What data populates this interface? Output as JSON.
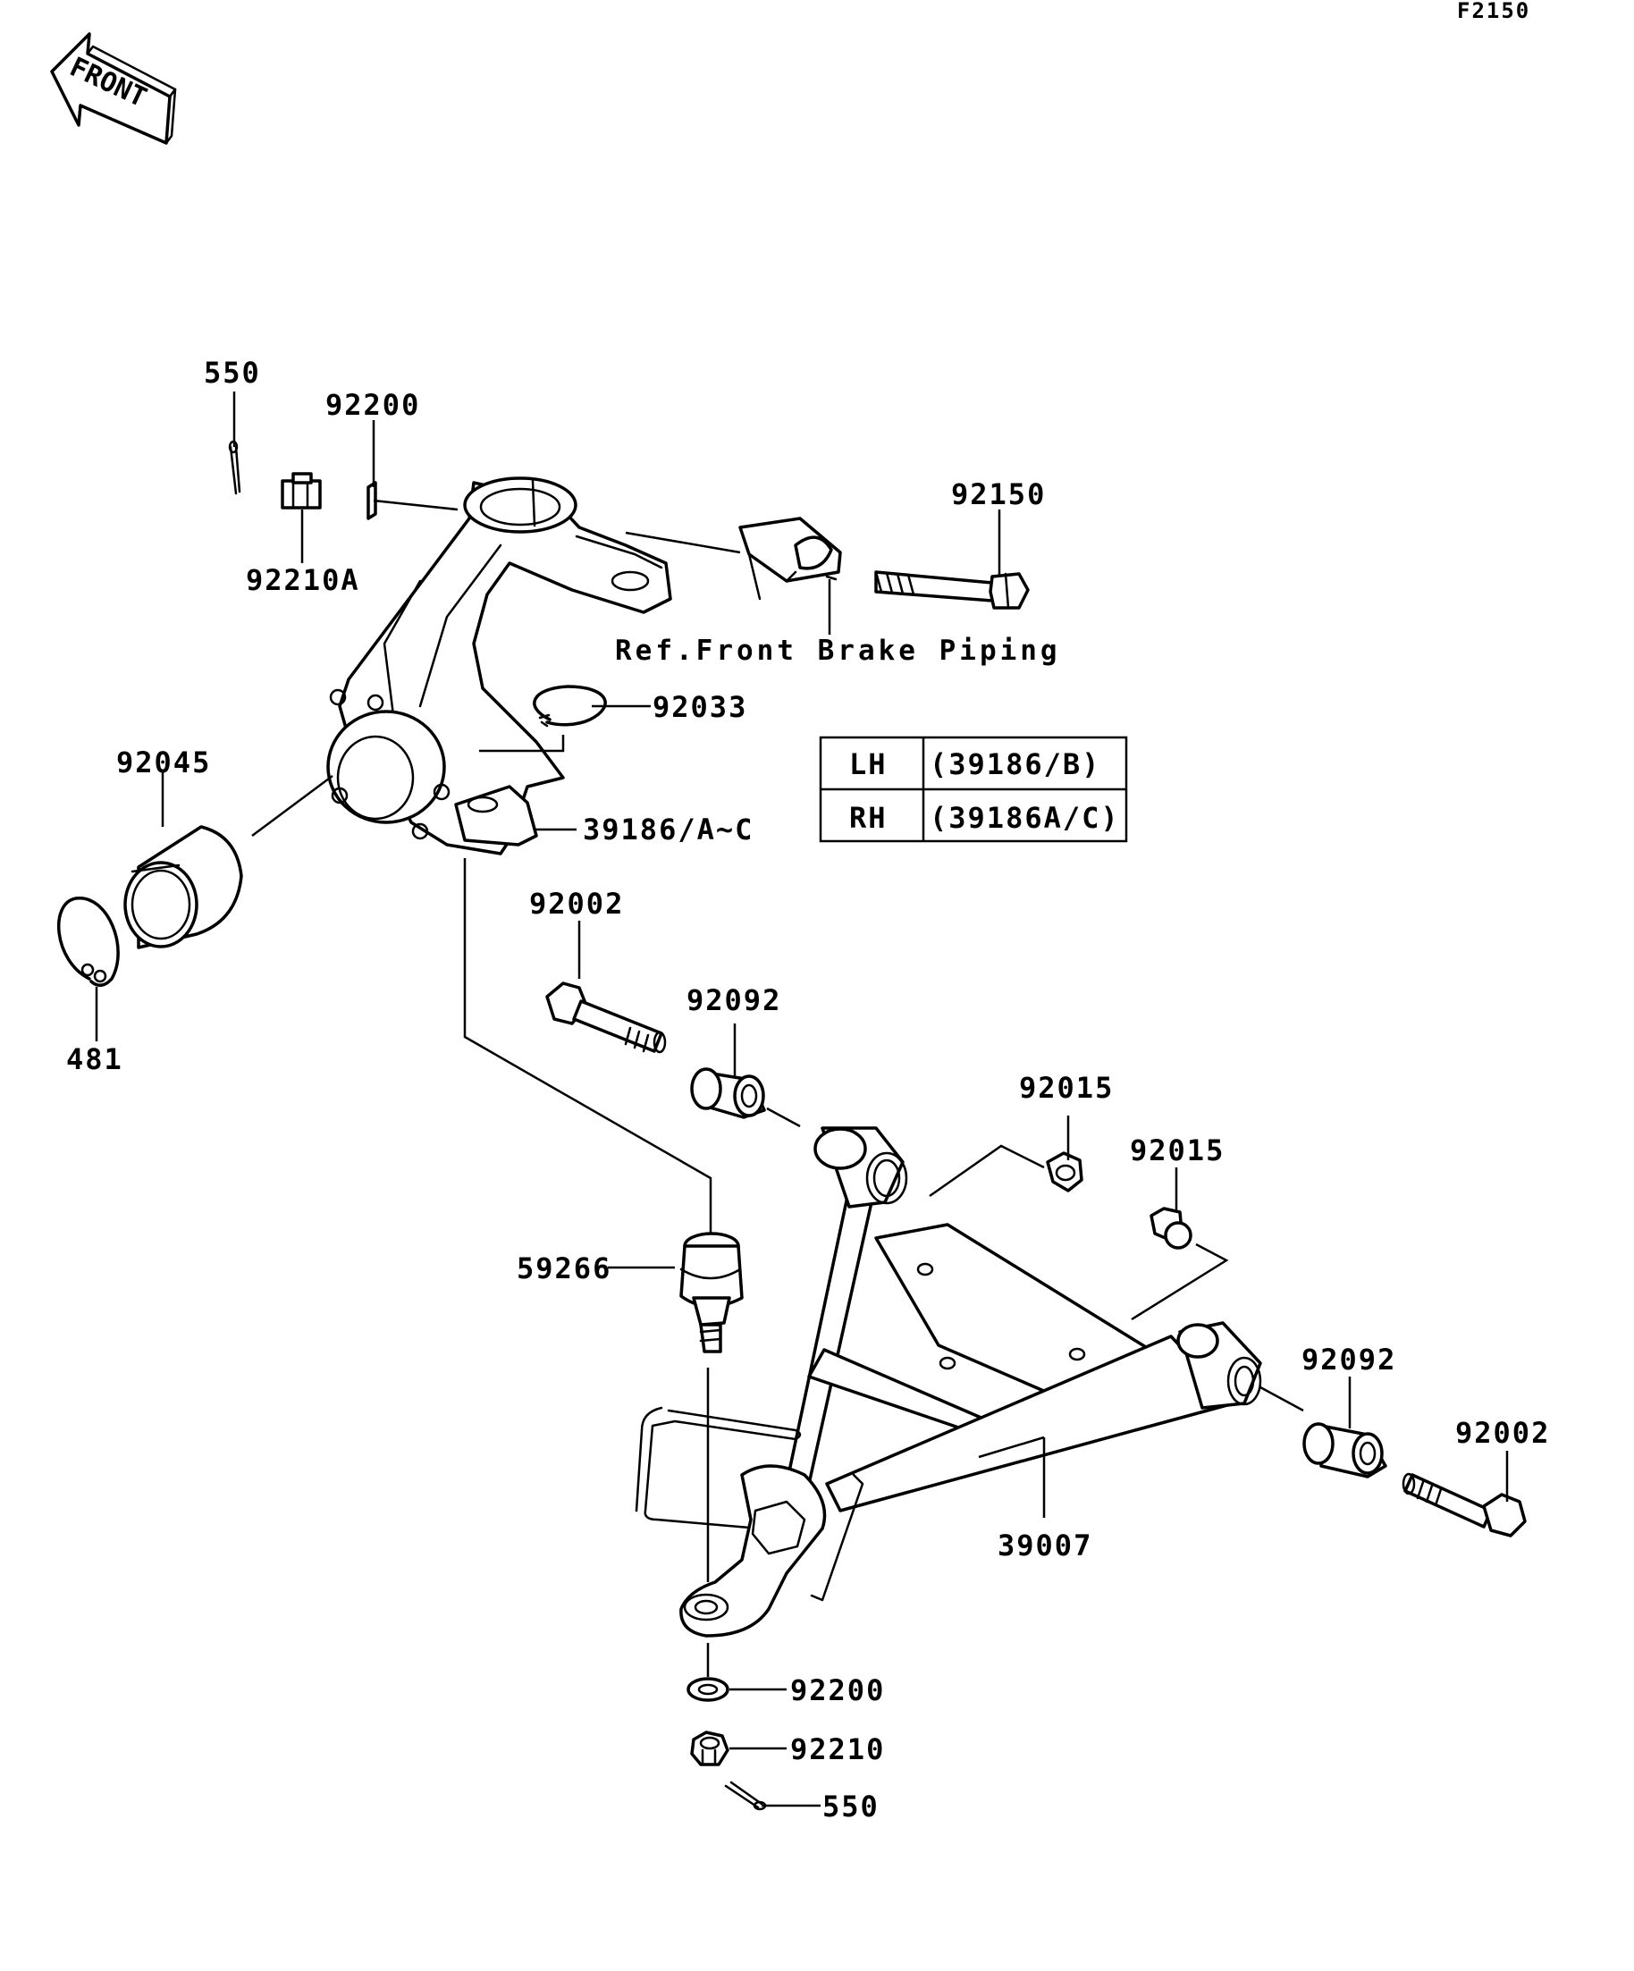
{
  "diagram_code": "F2150",
  "front_indicator": "FRONT",
  "labels": {
    "cotter_pin_top": "550",
    "washer_top": "92200",
    "nut_top": "92210A",
    "bolt_top": "92150",
    "brake_ref": "Ref.Front Brake Piping",
    "circlip_small": "92033",
    "knuckle": "39186/A~C",
    "bearing": "92045",
    "snap_ring": "481",
    "bolt_left": "92002",
    "collar_left": "92092",
    "nut_upper": "92015",
    "nut_right": "92015",
    "ball_joint": "59266",
    "collar_right": "92092",
    "bolt_right": "92002",
    "arm": "39007",
    "washer_bottom": "92200",
    "nut_bottom": "92210",
    "cotter_pin_bottom": "550"
  },
  "side_table": {
    "rows": [
      {
        "side": "LH",
        "part": "(39186/B)"
      },
      {
        "side": "RH",
        "part": "(39186A/C)"
      }
    ]
  }
}
